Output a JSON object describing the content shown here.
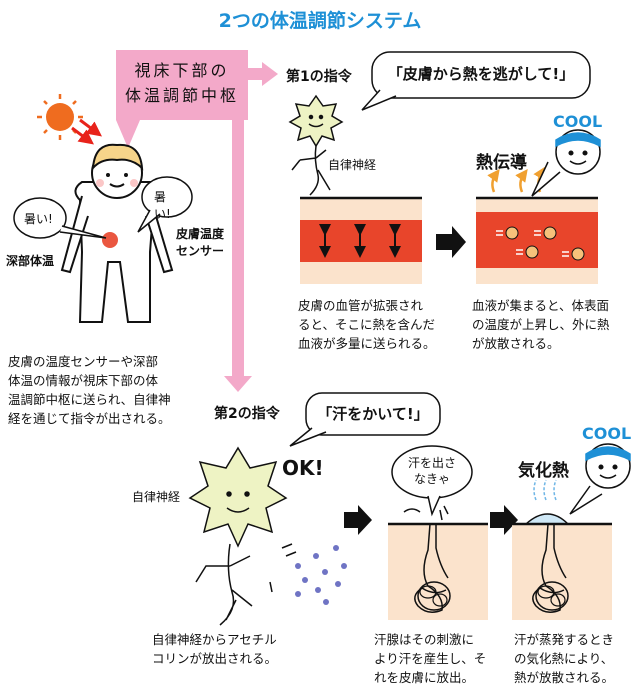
{
  "title": "2つの体温調節システム",
  "hypothalamus": {
    "line1": "視床下部の",
    "line2": "体温調節中枢"
  },
  "body": {
    "bubble_hot_left": "暑い!",
    "bubble_hot_right": "暑い!",
    "core_temp_label": "深部体温",
    "skin_sensor_line1": "皮膚温度",
    "skin_sensor_line2": "センサー",
    "description": [
      "皮膚の温度センサーや深部",
      "体温の情報が視床下部の体",
      "温調節中枢に送られ、自律神",
      "経を通じて指令が出される。"
    ]
  },
  "command1": {
    "label": "第1の指令",
    "speech": "「皮膚から熱を逃がして!」",
    "nerve_label": "自律神経",
    "heat_label": "熱伝導",
    "cool": "COOL",
    "text_left": [
      "皮膚の血管が拡張され",
      "ると、そこに熱を含んだ",
      "血液が多量に送られる。"
    ],
    "text_right": [
      "血液が集まると、体表面",
      "の温度が上昇し、外に熱",
      "が放散される。"
    ]
  },
  "command2": {
    "label": "第2の指令",
    "speech": "「汗をかいて!」",
    "nerve_label": "自律神経",
    "ok": "OK!",
    "gland_bubble_line1": "汗を出さ",
    "gland_bubble_line2": "なきゃ",
    "heat_label": "気化熱",
    "cool": "COOL",
    "text_left": [
      "自律神経からアセチル",
      "コリンが放出される。"
    ],
    "text_mid": [
      "汗腺はその刺激に",
      "より汗を産生し、そ",
      "れを皮膚に放出。"
    ],
    "text_right": [
      "汗が蒸発するとき",
      "の気化熱により、",
      "熱が放散される。"
    ]
  },
  "colors": {
    "title": "#1e90d6",
    "arrow_pink": "#f3a9c9",
    "blood": "#e8452b",
    "skin": "#fbe3cc",
    "sun": "#ef6c1f"
  }
}
